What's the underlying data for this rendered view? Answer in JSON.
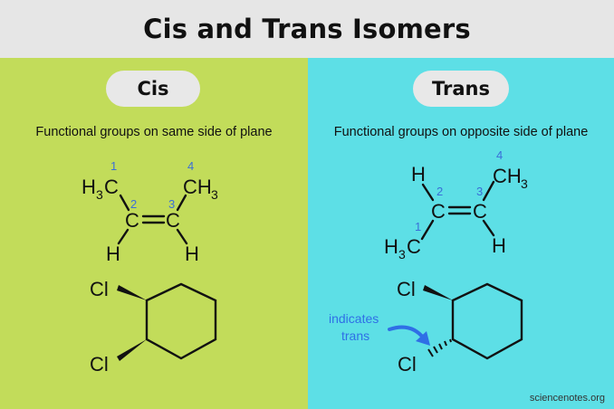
{
  "title": "Cis and Trans Isomers",
  "colors": {
    "header_bg": "#e6e6e6",
    "cis_bg": "#c2dc5a",
    "trans_bg": "#5ddfe6",
    "pill_bg": "#e8e8e8",
    "number_blue": "#3a6fd8",
    "note_blue": "#2f6fe6"
  },
  "cis": {
    "label": "Cis",
    "description": "Functional groups on same side of plane",
    "h3c": "H",
    "h3c_sub": "3",
    "h3c_c": "C",
    "ch3": "CH",
    "ch3_sub": "3",
    "c2": "C",
    "c3": "C",
    "h_left": "H",
    "h_right": "H",
    "num1": "1",
    "num2": "2",
    "num3": "3",
    "num4": "4",
    "cl_top": "Cl",
    "cl_bottom": "Cl"
  },
  "trans": {
    "label": "Trans",
    "description": "Functional groups on opposite side of plane",
    "h_top": "H",
    "ch3": "CH",
    "ch3_sub": "3",
    "c2": "C",
    "c3": "C",
    "h3c": "H",
    "h3c_sub": "3",
    "h3c_c": "C",
    "h_bottom": "H",
    "num1": "1",
    "num2": "2",
    "num3": "3",
    "num4": "4",
    "cl_top": "Cl",
    "cl_bottom": "Cl",
    "note_line1": "indicates",
    "note_line2": "trans"
  },
  "credit": "sciencenotes.org"
}
